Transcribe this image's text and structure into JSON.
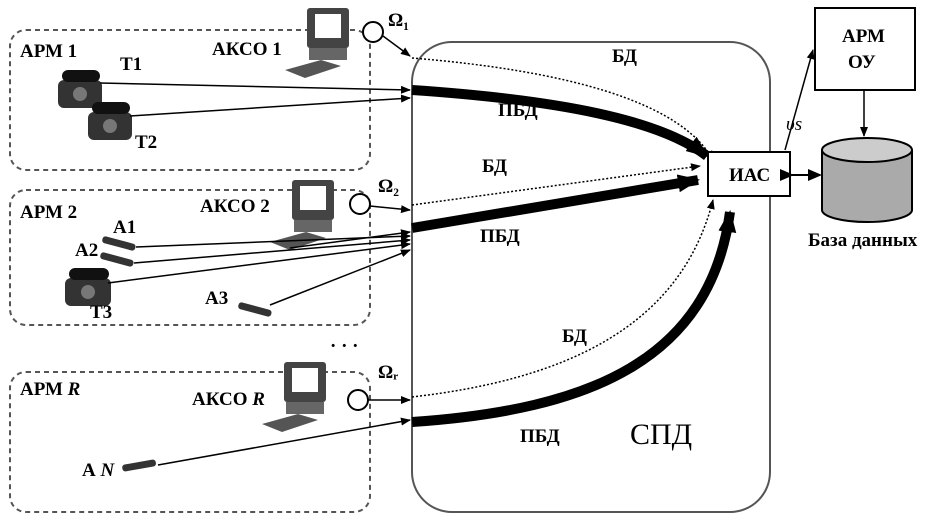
{
  "workstations": [
    {
      "label": "АРМ 1",
      "akso": "АКСО 1",
      "omega": "Ω₁",
      "phones": [
        "Т1",
        "Т2"
      ],
      "devices": []
    },
    {
      "label": "АРМ 2",
      "akso": "АКСО 2",
      "omega": "Ω₂",
      "phones": [
        "Т3"
      ],
      "devices": [
        "А1",
        "А2",
        "А3"
      ]
    },
    {
      "label": "АРМ ",
      "label_var": "R",
      "akso": "АКСО ",
      "akso_var": "R",
      "omega": "Ωᵣ",
      "phones": [],
      "devices": [
        "А "
      ],
      "device_var": "N"
    }
  ],
  "ellipsis": "· · ·",
  "network": {
    "label": "СПД"
  },
  "flows": {
    "bd": "БД",
    "pbd": "ПБД"
  },
  "ias": {
    "label": "ИАС"
  },
  "arm_ou": {
    "line1": "АРМ",
    "line2": "ОУ"
  },
  "upsilon": "υs",
  "database": {
    "label": "База данных"
  }
}
